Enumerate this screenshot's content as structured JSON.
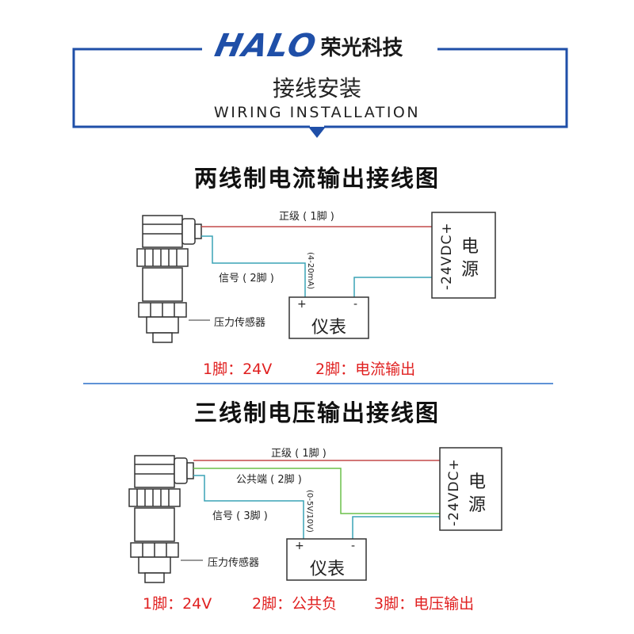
{
  "header": {
    "brand_logo": "HALO",
    "brand_name": "荣光科技",
    "title_cn": "接线安装",
    "title_en": "WIRING INSTALLATION"
  },
  "section1": {
    "title": "两线制电流输出接线图",
    "wire_positive": "正级 ( 1脚 )",
    "wire_signal": "信号 ( 2脚 )",
    "signal_range": "(4-20mA)",
    "sensor_label": "压力传感器",
    "meter_label": "仪表",
    "meter_plus": "+",
    "meter_minus": "-",
    "ps_voltage": "-24VDC+",
    "ps_char1": "电",
    "ps_char2": "源",
    "pin1": "1脚：24V",
    "pin2": "2脚：电流输出"
  },
  "section2": {
    "title": "三线制电压输出接线图",
    "wire_positive": "正级 ( 1脚 )",
    "wire_common": "公共端 ( 2脚 )",
    "wire_signal": "信号 ( 3脚 )",
    "signal_range": "(0-5V/10V)",
    "sensor_label": "压力传感器",
    "meter_label": "仪表",
    "meter_plus": "+",
    "meter_minus": "-",
    "ps_voltage": "-24VDC+",
    "ps_char1": "电",
    "ps_char2": "源",
    "pin1": "1脚：24V",
    "pin2": "2脚：公共负",
    "pin3": "3脚：电压输出"
  },
  "colors": {
    "frame_blue": "#1f4fa8",
    "divider_blue": "#2a6fc9",
    "wire_red": "#c44a4a",
    "wire_teal": "#3aa3b5",
    "wire_green": "#6cc04a",
    "pin_red": "#e02020"
  }
}
